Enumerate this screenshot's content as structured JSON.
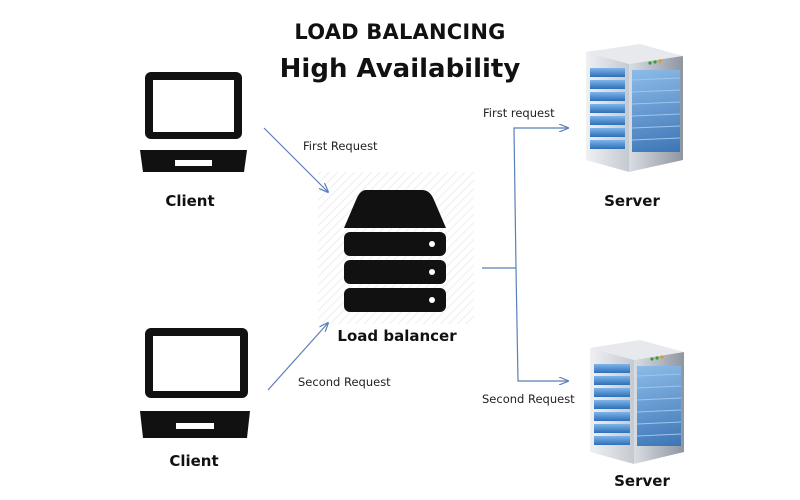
{
  "title": "LOAD BALANCING",
  "subtitle": "High Availability",
  "nodes": {
    "client1": "Client",
    "client2": "Client",
    "balancer": "Load balancer",
    "server1": "Server",
    "server2": "Server"
  },
  "edges": {
    "client1_to_lb": "First Request",
    "client2_to_lb": "Second Request",
    "lb_to_server1": "First request",
    "lb_to_server2": "Second Request"
  },
  "colors": {
    "arrow": "#5b7fb8",
    "icon": "#111111",
    "server_blue": "#4a90d9"
  }
}
